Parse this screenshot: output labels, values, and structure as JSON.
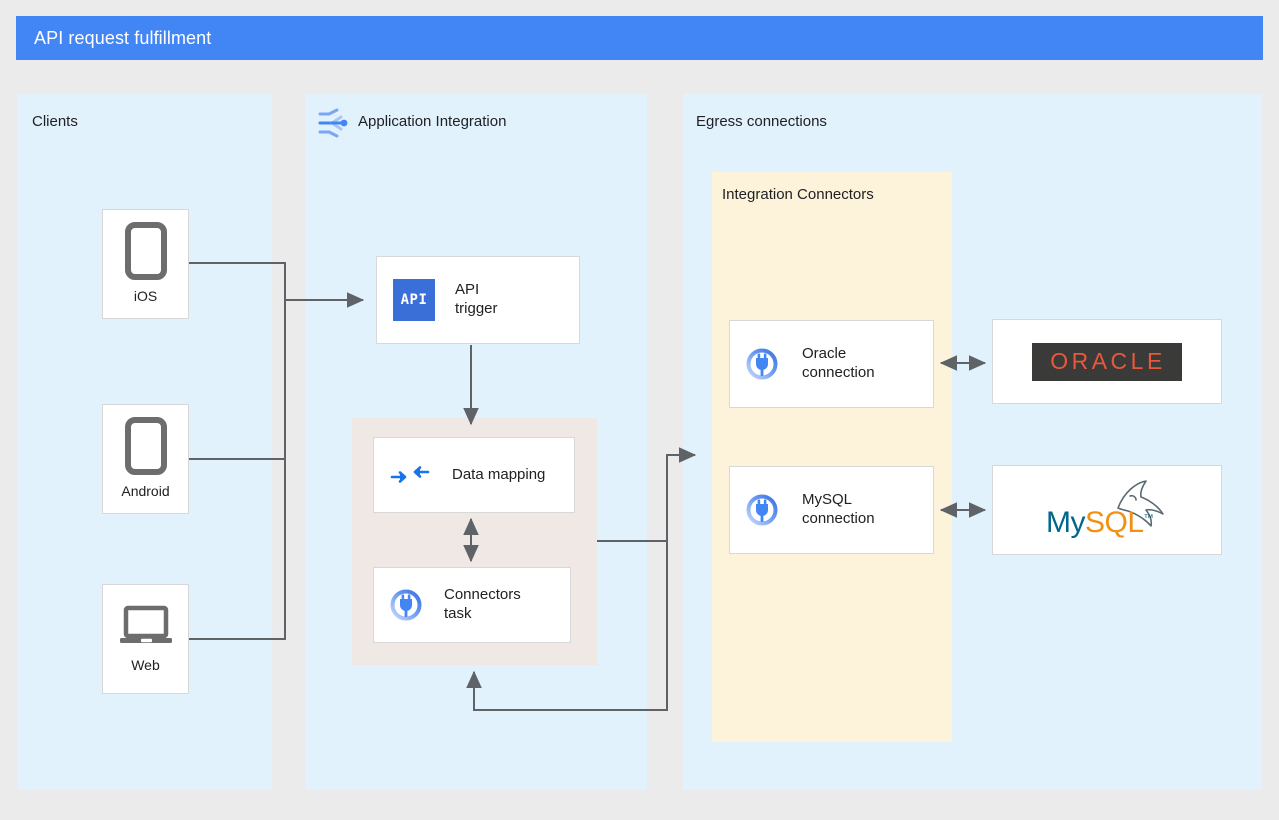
{
  "header": {
    "title": "API request fulfillment",
    "color": "#4285f4"
  },
  "panels": {
    "clients": {
      "label": "Clients"
    },
    "application_integration": {
      "label": "Application Integration",
      "icon": "application-integration-icon"
    },
    "egress": {
      "label": "Egress connections"
    },
    "integration_connectors": {
      "label": "Integration Connectors"
    }
  },
  "clients": [
    {
      "label": "iOS",
      "icon": "mobile-phone-icon"
    },
    {
      "label": "Android",
      "icon": "mobile-phone-icon"
    },
    {
      "label": "Web",
      "icon": "laptop-icon"
    }
  ],
  "integration_nodes": {
    "api_trigger": {
      "label": "API trigger",
      "icon": "api-trigger-icon",
      "badge_text": "API"
    },
    "data_mapping": {
      "label": "Data mapping",
      "icon": "data-mapping-icon"
    },
    "connectors_task": {
      "label": "Connectors task",
      "icon": "connectors-plug-icon"
    }
  },
  "connections": [
    {
      "label": "Oracle connection",
      "icon": "connectors-plug-icon"
    },
    {
      "label": "MySQL connection",
      "icon": "connectors-plug-icon"
    }
  ],
  "systems": [
    {
      "name": "ORACLE",
      "icon": "oracle-logo",
      "text_color": "#e8583c",
      "bg_color": "#3a3a38"
    },
    {
      "name": "MySQL",
      "icon": "mysql-logo",
      "part_one": "My",
      "part_two": "SQL",
      "trademark": "™",
      "text_color_one": "#00678c",
      "text_color_two": "#f29111"
    }
  ],
  "colors": {
    "panel_bg": "#e1f2fd",
    "subpanel_bg": "#fdf3da",
    "group_bg": "#efe8e4",
    "canvas_bg": "#ebebeb",
    "wire": "#5f6368",
    "accent_blue": "#4285f4"
  }
}
